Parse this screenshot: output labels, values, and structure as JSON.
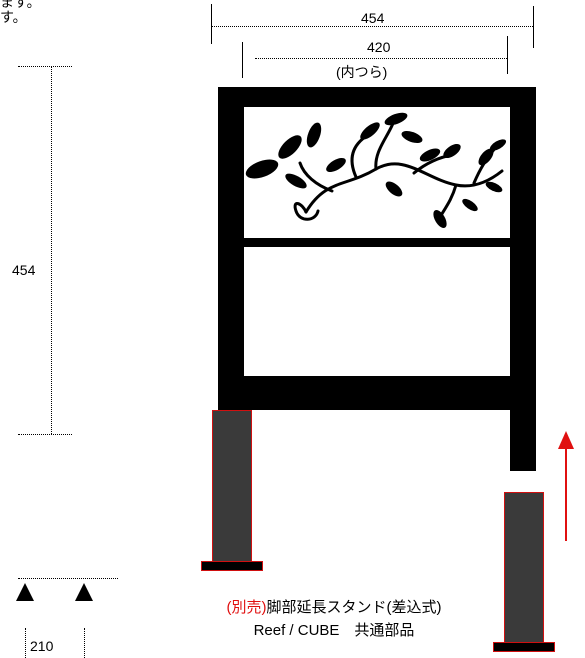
{
  "note": {
    "line1": "ます。",
    "line2": "す。"
  },
  "dimensions": {
    "outer_width": "454",
    "inner_width": "420",
    "inner_note": "(内つら)",
    "height": "454",
    "leg_offset": "210"
  },
  "caption": {
    "prefix": "(別売)",
    "title": "脚部延長スタンド(差込式)",
    "subtitle": "Reef / CUBE　共通部品"
  },
  "colors": {
    "frame": "#000000",
    "leg_fill": "#3a3a3a",
    "accent_red": "#e01010"
  }
}
